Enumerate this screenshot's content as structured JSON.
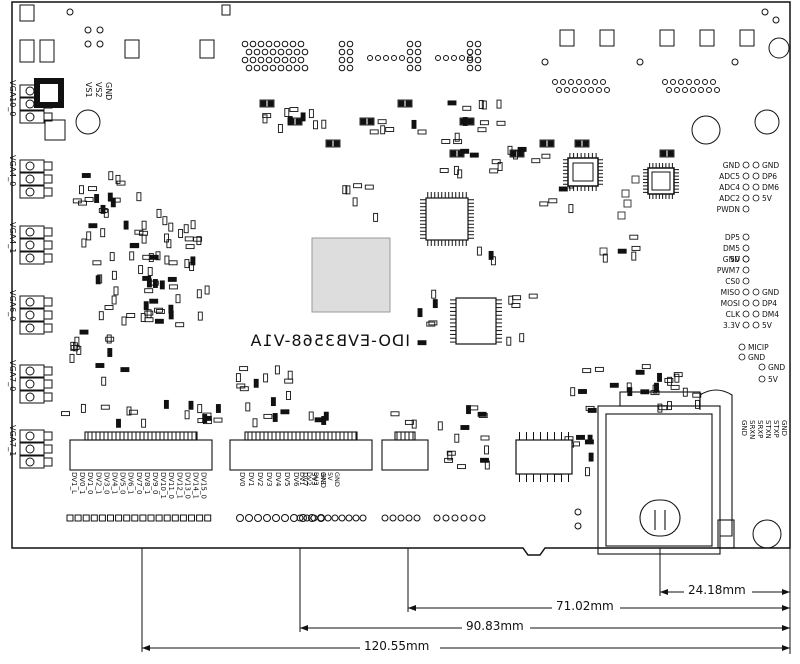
{
  "board": {
    "silkscreen_title": "IDO-EVB3568-V1A"
  },
  "left_connectors": [
    {
      "name": "VGA10_0"
    },
    {
      "name": "VGA4_0"
    },
    {
      "name": "VGA4_1"
    },
    {
      "name": "VGA6_0"
    },
    {
      "name": "VGA7_0"
    },
    {
      "name": "VGA7_1"
    }
  ],
  "top_left_labels": [
    "VS1",
    "VS2",
    "GND"
  ],
  "right_labels_group1": [
    "GND",
    "ADC5",
    "ADC4",
    "ADC2",
    "PWDN"
  ],
  "right_labels_group1_right": [
    "GND",
    "DP6",
    "DM6",
    "5V",
    ""
  ],
  "right_labels_group2": [
    "DP5",
    "DM5",
    "5V"
  ],
  "right_labels_group3": [
    "GND",
    "PWM7",
    "CS0",
    "MISO",
    "MOSI",
    "CLK",
    "3.3V"
  ],
  "right_labels_group3_right": [
    "",
    "",
    "",
    "GND",
    "DP4",
    "DM4",
    "5V"
  ],
  "mic_labels": [
    "MICIP",
    "GND"
  ],
  "small_gnd_labels": [
    "GND",
    "5V"
  ],
  "uart_labels": [
    "GND",
    "SRXN",
    "SRXP",
    "STXN",
    "STXP",
    "GND"
  ],
  "bottom_pin_rows": [
    [
      "DV1_L",
      "DV0_1",
      "DV1_0",
      "DV2_1",
      "DV3_0",
      "DV4_1",
      "DV5_0",
      "DV6_1",
      "DV7_0",
      "DV8_1",
      "DV9_0",
      "DV10_1",
      "DV11_0",
      "DV12_1",
      "DV13_0",
      "DV14_1",
      "DV15_0"
    ],
    [
      "DV0",
      "DV1",
      "DV2",
      "DV3",
      "DV4",
      "DV5",
      "DV6",
      "DV7",
      "3V3",
      "GND"
    ],
    [
      "DV1",
      "DV2",
      "DV3",
      "3V3",
      "5V",
      "GND"
    ]
  ],
  "dimensions": [
    {
      "label": "24.18mm"
    },
    {
      "label": "71.02mm"
    },
    {
      "label": "90.83mm"
    },
    {
      "label": "120.55mm"
    }
  ]
}
